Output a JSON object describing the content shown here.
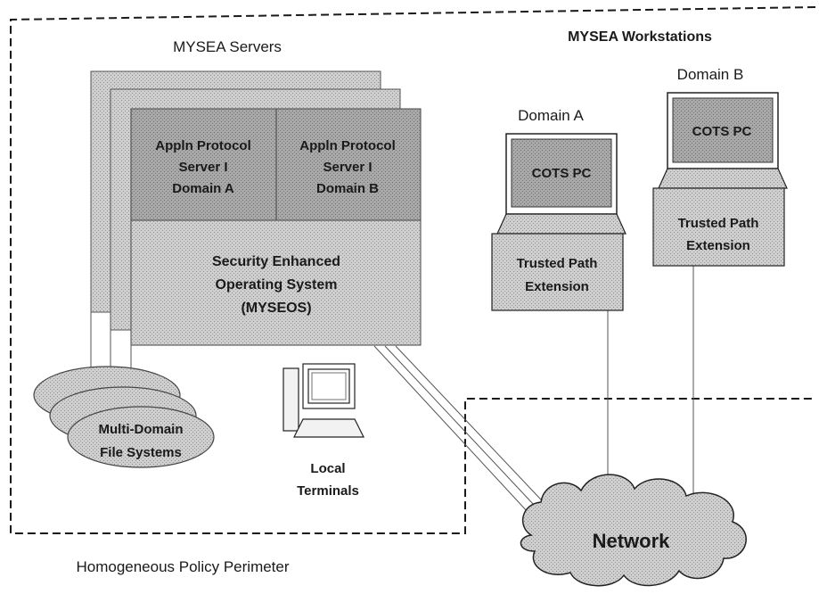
{
  "colors": {
    "frame": "#1a1a1a",
    "server_box": "#d6d6d6",
    "server_box_dark": "#9a9a9a",
    "laptop_screen": "#8c8c8c",
    "cloud": "#bdbdbd",
    "oval": "#c4c4c4"
  },
  "labels": {
    "servers_title": "MYSEA Servers",
    "workstations_title": "MYSEA Workstations",
    "domain_a_title": "Domain A",
    "domain_b_title": "Domain B",
    "app_server_a": [
      "Appln Protocol",
      "Server I",
      "Domain A"
    ],
    "app_server_b": [
      "Appln Protocol",
      "Server I",
      "Domain B"
    ],
    "myseos": [
      "Security Enhanced",
      "Operating System",
      "(MYSEOS)"
    ],
    "cots_pc_a": "COTS PC",
    "cots_pc_b": "COTS PC",
    "tpe_a": [
      "Trusted Path",
      "Extension"
    ],
    "tpe_b": [
      "Trusted Path",
      "Extension"
    ],
    "file_systems": [
      "Multi-Domain",
      "File Systems"
    ],
    "local_terminals": [
      "Local",
      "Terminals"
    ],
    "network": "Network",
    "perimeter": "Homogeneous Policy Perimeter"
  }
}
